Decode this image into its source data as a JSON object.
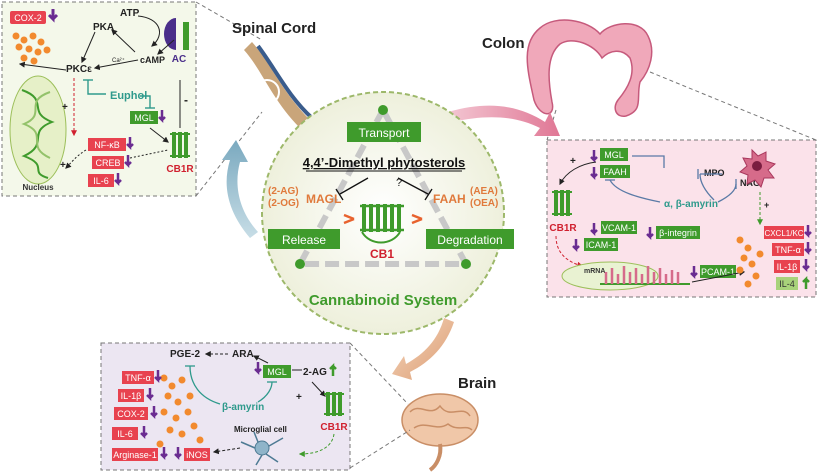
{
  "colors": {
    "green_box": "#3f9b2c",
    "red_tag": "#e8424f",
    "purple_arrow": "#6a2c91",
    "teal_text": "#2f9a8c",
    "panel_spinal_bg": "#f4f8ea",
    "panel_colon_bg": "#fbe2ea",
    "panel_brain_bg": "#ece6f2",
    "circle_bg": "#f6f6ea",
    "cb1_red": "#d0202f"
  },
  "center": {
    "transport": "Transport",
    "title": "4,4’-Dimethyl phytosterols",
    "question": "?",
    "release": "Release",
    "degradation": "Degradation",
    "mgl": "MAGL",
    "faah": "FAAH",
    "left_ligands": [
      "(2-AG)",
      "(2-OG)"
    ],
    "right_ligands": [
      "(AEA)",
      "(OEA)"
    ],
    "cb1": "CB1",
    "system": "Cannabinoid System"
  },
  "organs": {
    "spinal": "Spinal Cord",
    "colon": "Colon",
    "brain": "Brain"
  },
  "spinal": {
    "cox2": "COX-2",
    "atp": "ATP",
    "pka": "PKA",
    "camp": "cAMP",
    "ca": "Ca²⁺",
    "ac": "AC",
    "pkce": "PKCε",
    "euphol": "Euphol",
    "mgl": "MGL",
    "nfkb": "NF-κB",
    "creb": "CREB",
    "il6": "IL-6",
    "cb1r": "CB1R",
    "nucleus": "Nucleus",
    "plus1": "+",
    "plus2": "+",
    "minus": "-"
  },
  "colon": {
    "mgl": "MGL",
    "faah": "FAAH",
    "mpo": "MPO",
    "nag": "NAG",
    "amyrin": "α, β-amyrin",
    "cb1r": "CB1R",
    "vcam": "VCAM-1",
    "icam": "ICAM-1",
    "integrin": "β-integrin",
    "pcam": "PCAM-1",
    "mrna": "mRNA",
    "cxcl": "CXCL1/KC",
    "tnf": "TNF-α",
    "il1b": "IL-1β",
    "il4": "IL-4",
    "plus": "+"
  },
  "brain": {
    "pge2": "PGE-2",
    "ara": "ARA",
    "mgl": "MGL",
    "twoag": "2-AG",
    "amyrin": "β-amyrin",
    "tnf": "TNF-α",
    "il1b": "IL-1β",
    "cox2": "COX-2",
    "il6": "IL-6",
    "arginase": "Arginase-1",
    "inos": "iNOS",
    "microglia": "Microglial cell",
    "cb1r": "CB1R",
    "plus": "+"
  }
}
